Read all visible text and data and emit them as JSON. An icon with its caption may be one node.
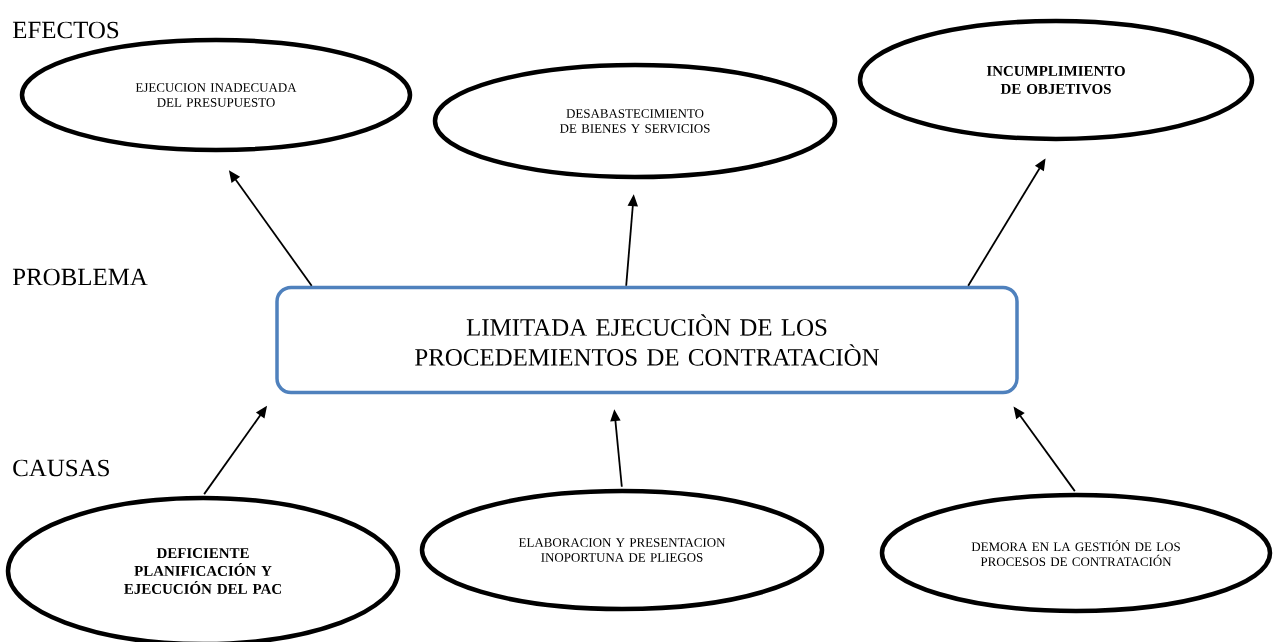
{
  "diagram": {
    "nodes": [
      {
        "text": [
          "EJECUCION INADECUADA DEL PRESUPUESTO"
        ]
      },
      {
        "text": [
          "DESABASTECIMIENTO DE BIENES Y SERVICIOS"
        ]
      },
      {
        "text": [
          "INCUMPLIMIENTO DE OBJETIVOS"
        ]
      },
      {
        "text": [
          "LIMITADA EJECUCIÒN DE LOS PROCEDEMIENTOS DE CONTRATACIÒN"
        ]
      },
      {
        "text": [
          "DEFICIENTE PLANIFICACIÓN Y EJECUCIÓN DEL PAC"
        ]
      },
      {
        "text": [
          "ELABORACION Y PRESENTACION INOPORTUNA DE PLIEGOS"
        ]
      },
      {
        "text": [
          "DEMORA EN LA GESTIÓN DE LOS PROCESOS DE CONTRATACIÓN"
        ]
      }
    ],
    "edges": [
      {
        "from": 3,
        "to": 0,
        "arrow": "to"
      },
      {
        "from": 3,
        "to": 1,
        "arrow": "to"
      },
      {
        "from": 3,
        "to": 2,
        "arrow": "to"
      },
      {
        "from": 4,
        "to": 3,
        "arrow": "to"
      },
      {
        "from": 5,
        "to": 3,
        "arrow": "to"
      },
      {
        "from": 6,
        "to": 3,
        "arrow": "to"
      }
    ],
    "labels": [
      "EFECTOS",
      "PROBLEMA",
      "CAUSAS"
    ]
  }
}
